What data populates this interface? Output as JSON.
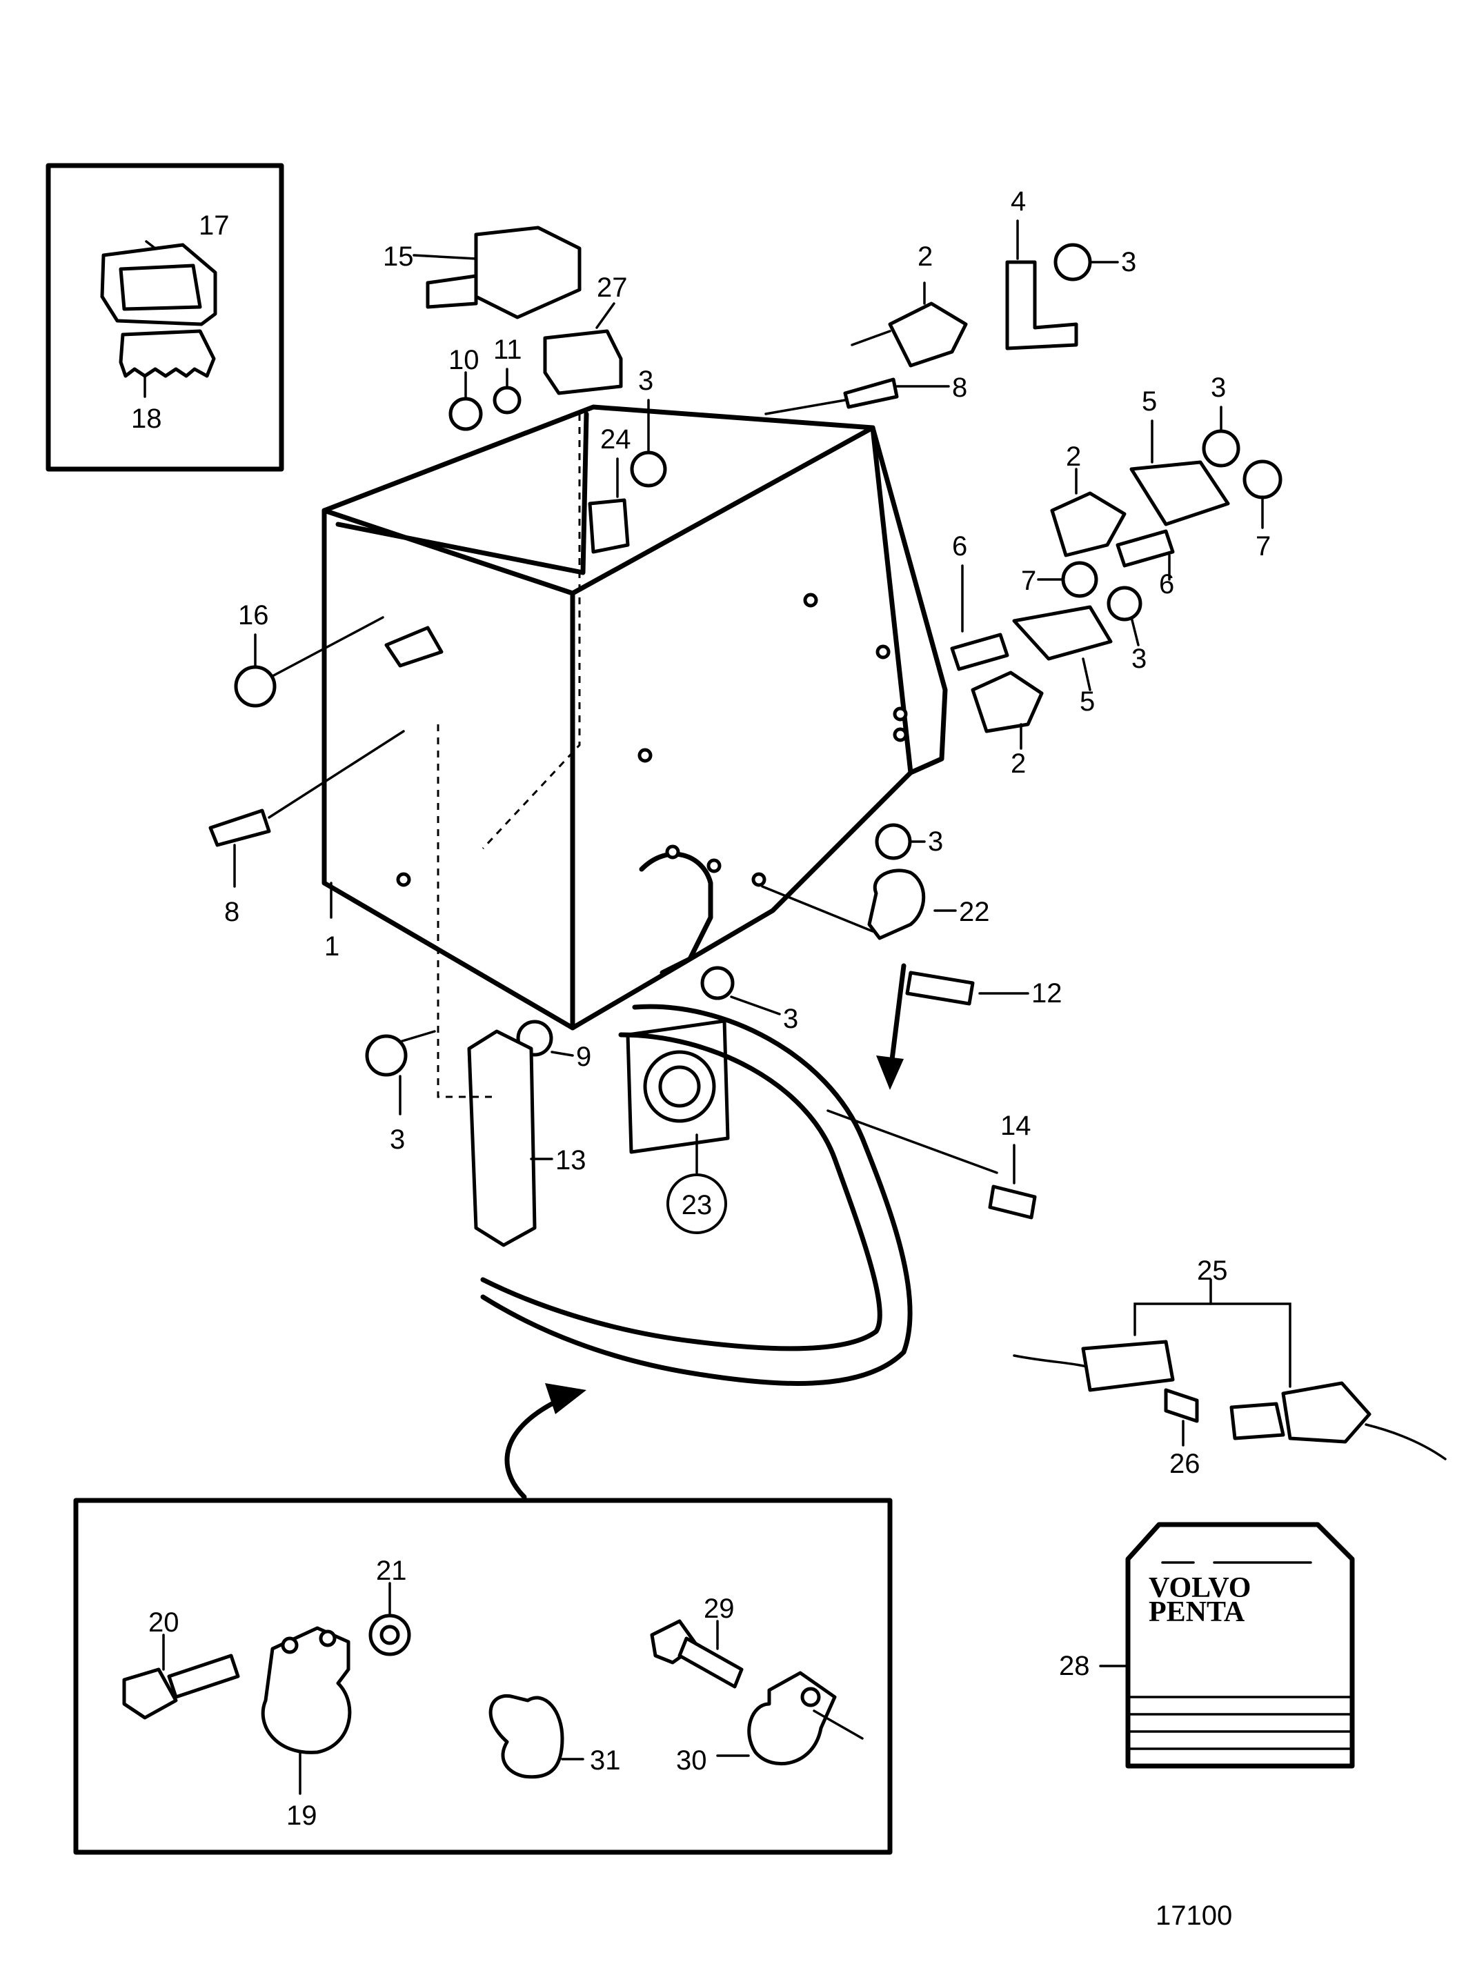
{
  "labels": {
    "p1": "1",
    "p2a": "2",
    "p2b": "2",
    "p2c": "2",
    "p3a": "3",
    "p3b": "3",
    "p3c": "3",
    "p3d": "3",
    "p3e": "3",
    "p3f": "3",
    "p3g": "3",
    "p4": "4",
    "p5a": "5",
    "p5b": "5",
    "p6a": "6",
    "p6b": "6",
    "p7a": "7",
    "p7b": "7",
    "p8a": "8",
    "p8b": "8",
    "p9": "9",
    "p10": "10",
    "p11": "11",
    "p12": "12",
    "p13": "13",
    "p14": "14",
    "p15": "15",
    "p16": "16",
    "p17": "17",
    "p18": "18",
    "p19": "19",
    "p20": "20",
    "p21": "21",
    "p22": "22",
    "p23": "23",
    "p24": "24",
    "p25": "25",
    "p26": "26",
    "p27": "27",
    "p28": "28",
    "p29": "29",
    "p30": "30",
    "p31": "31"
  },
  "manual": {
    "brand_line1": "VOLVO",
    "brand_line2": "PENTA"
  },
  "drawing_number": "17100"
}
